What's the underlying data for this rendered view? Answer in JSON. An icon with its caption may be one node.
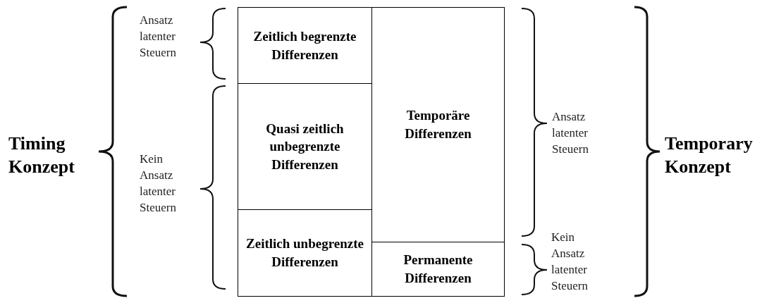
{
  "diagram": {
    "nodes": [
      {
        "text": [
          "Zeitlich begrenzte Differenzen"
        ]
      },
      {
        "text": [
          "Temporäre Differenzen"
        ]
      },
      {
        "text": [
          "Quasi zeitlich unbegrenzte Differenzen"
        ]
      },
      {
        "text": [
          "Zeitlich unbegrenzte Differenzen"
        ]
      },
      {
        "text": [
          "Permanente Differenzen"
        ]
      }
    ],
    "labels": [
      "Ansatz latenter Steuern",
      "Timing Konzept",
      "Kein Ansatz latenter Steuern",
      "Ansatz latenter Steuern",
      "Temporary Konzept",
      "Kein Ansatz latenter Steuern"
    ]
  }
}
